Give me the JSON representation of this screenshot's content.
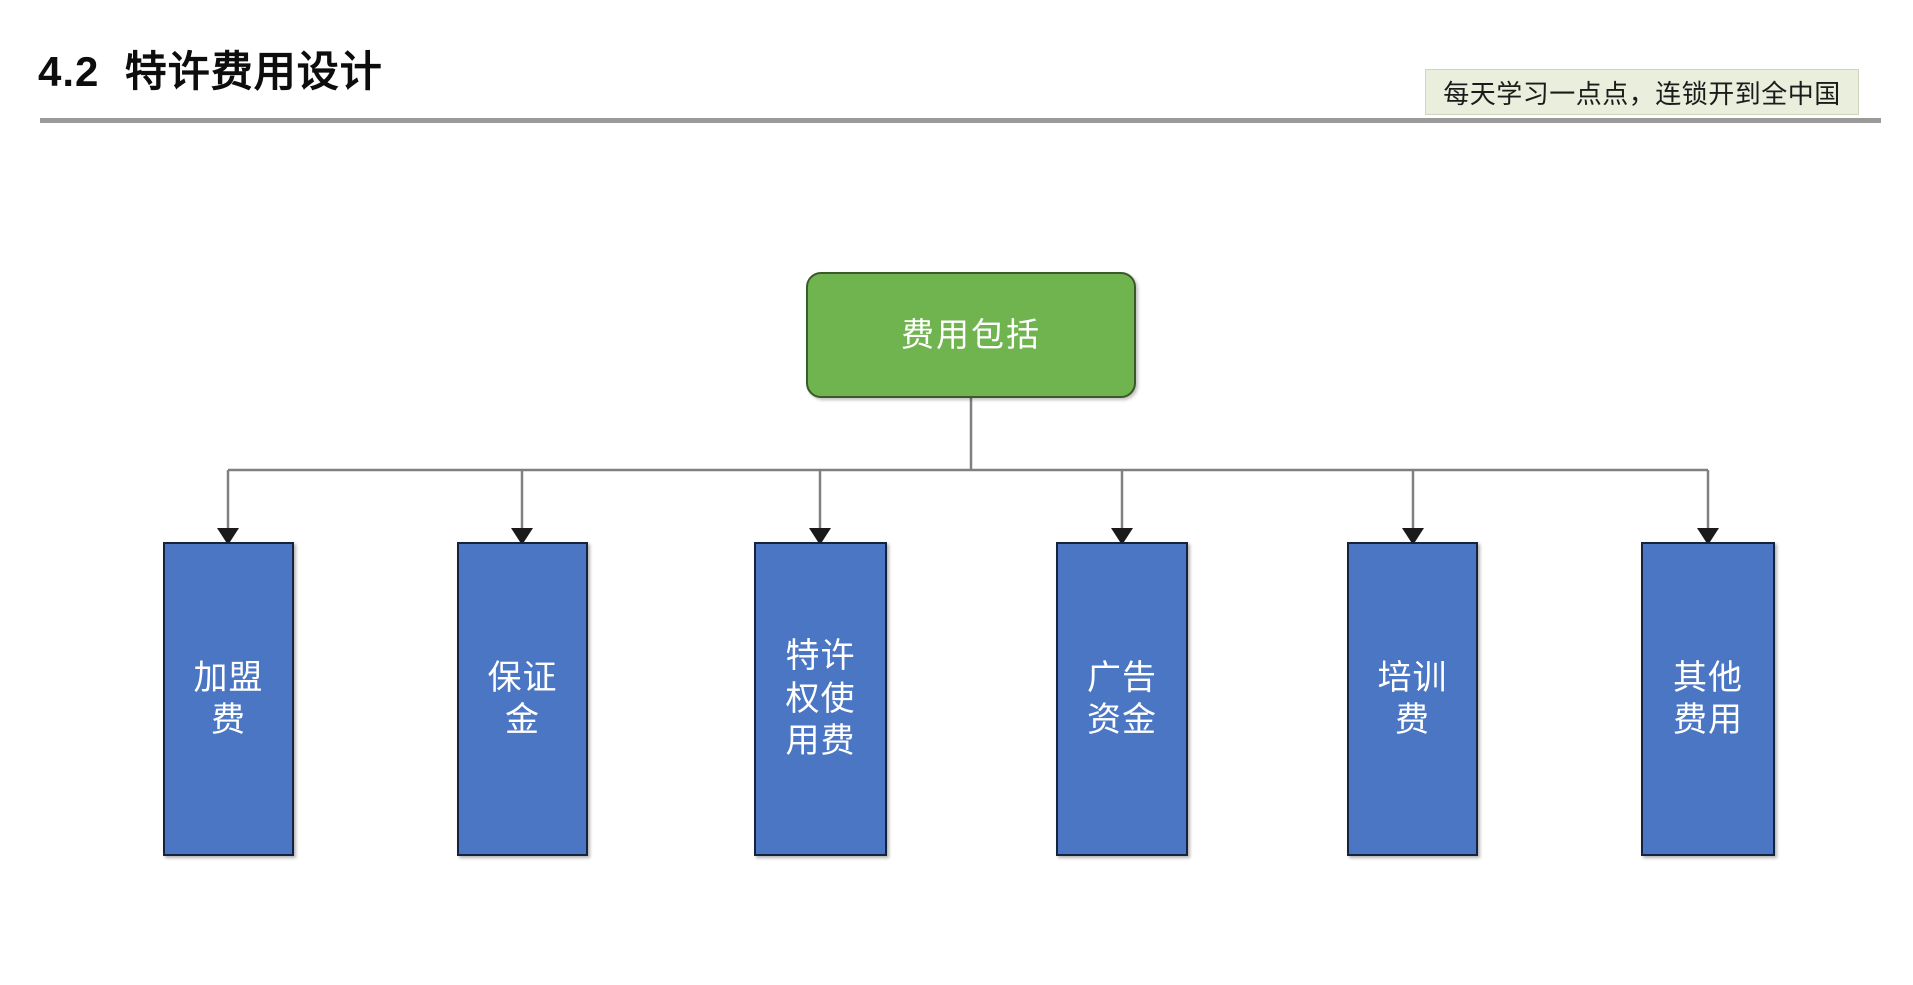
{
  "header": {
    "title": "4.2  特许费用设计",
    "tagline": "每天学习一点点，连锁开到全中国",
    "rule_color": "#9a9a9a",
    "badge_bg": "#e9eedd"
  },
  "diagram": {
    "type": "tree",
    "root": {
      "label": "费用包括",
      "fill": "#70b44f",
      "border": "#3a5a2a",
      "text_color": "#ffffff"
    },
    "leaf_fill": "#4a76c4",
    "leaf_border": "#15233c",
    "leaf_text_color": "#ffffff",
    "connector_color": "#808080",
    "arrow_color": "#1a1a1a",
    "children": [
      {
        "label": "加盟\n费"
      },
      {
        "label": "保证\n金"
      },
      {
        "label": "特许\n权使\n用费"
      },
      {
        "label": "广告\n资金"
      },
      {
        "label": "培训\n费"
      },
      {
        "label": "其他\n费用"
      }
    ]
  }
}
